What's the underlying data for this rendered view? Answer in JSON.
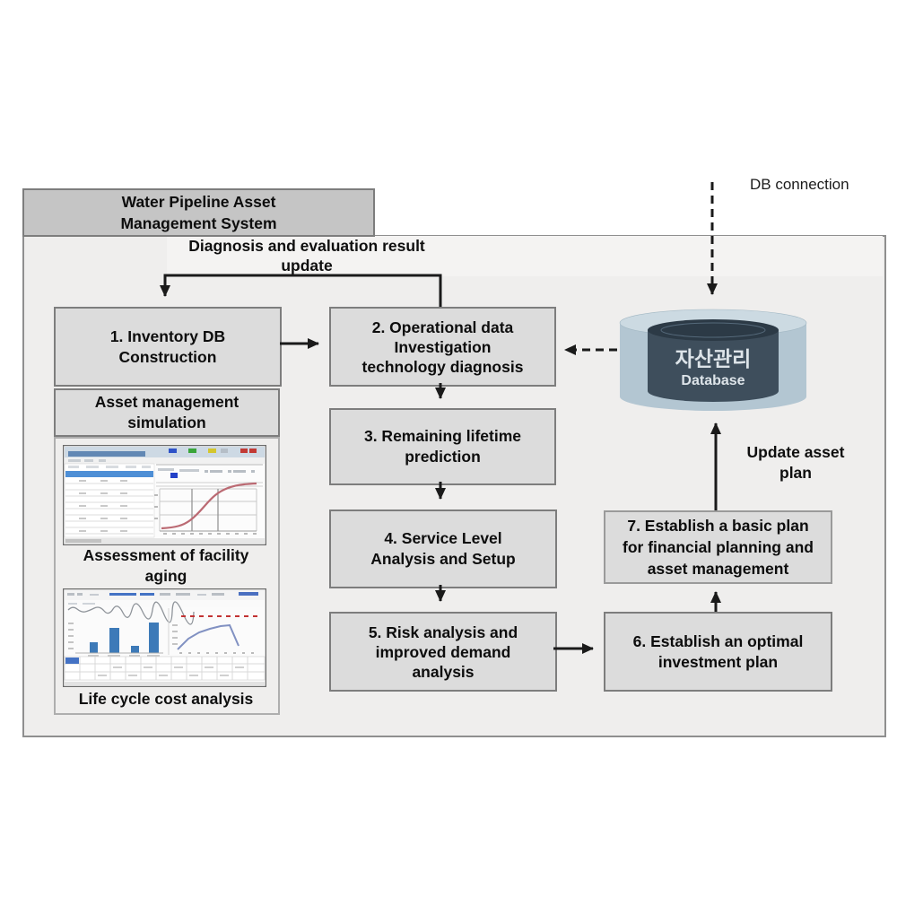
{
  "header": {
    "title": "Water Pipeline Asset\nManagement System"
  },
  "annotations": {
    "feedback": "Diagnosis and evaluation result\nupdate",
    "db_connection": "DB connection",
    "update_asset_plan": "Update asset\nplan"
  },
  "flow_boxes": [
    {
      "label": "1. Inventory DB\nConstruction"
    },
    {
      "label": "2. Operational data\nInvestigation\ntechnology diagnosis"
    },
    {
      "label": "3. Remaining lifetime\nprediction"
    },
    {
      "label": "4. Service Level\nAnalysis and Setup"
    },
    {
      "label": "5. Risk analysis and\nimproved demand\nanalysis"
    },
    {
      "label": "6. Establish an optimal\ninvestment plan"
    },
    {
      "label": "7. Establish a basic plan\nfor financial planning and\nasset management"
    }
  ],
  "side_panel": {
    "title": "Asset management\nsimulation",
    "caption_top": "Assessment of facility\naging",
    "caption_bottom": "Life cycle cost analysis"
  },
  "database": {
    "name_ko": "자산관리",
    "name_en": "Database"
  },
  "connectors": [
    {
      "name": "arrow-box1-to-box2",
      "style": "solid"
    },
    {
      "name": "arrow-feedback-box2-to-box1",
      "style": "solid",
      "label": "Diagnosis and evaluation result update"
    },
    {
      "name": "arrow-box2-to-box3",
      "style": "solid"
    },
    {
      "name": "arrow-box3-to-box4",
      "style": "solid"
    },
    {
      "name": "arrow-box4-to-box5",
      "style": "solid"
    },
    {
      "name": "arrow-box5-to-box6",
      "style": "solid"
    },
    {
      "name": "arrow-box6-to-box7",
      "style": "solid"
    },
    {
      "name": "arrow-box7-to-database",
      "style": "solid",
      "label": "Update asset plan"
    },
    {
      "name": "arrow-database-to-box2",
      "style": "dashed"
    },
    {
      "name": "arrow-db-connection-to-database",
      "style": "dashed",
      "label": "DB connection"
    }
  ],
  "colors": {
    "container_bg": "#efeeed",
    "box_bg": "#dcdcdc",
    "box_border": "#7d7d7d",
    "header_bg": "#c5c5c5",
    "arrow": "#1a1a1a",
    "db_outer_body": "#b3c6d2",
    "db_outer_top": "#ccdae2",
    "db_inner_body": "#3e4e5c",
    "db_inner_top": "#2c3a46",
    "db_text": "#dde4e9",
    "screenshot_blue": "#3d7ab8",
    "table_select_blue": "#4e8fd6",
    "curve_red": "#bb6a73",
    "line_blue": "#8191c2"
  }
}
